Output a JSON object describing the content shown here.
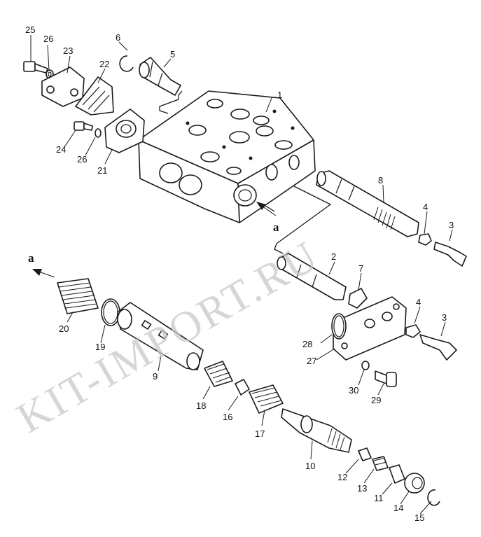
{
  "labels": {
    "n1": "1",
    "n2": "2",
    "n3a": "3",
    "n3b": "3",
    "n4a": "4",
    "n4b": "4",
    "n5": "5",
    "n6": "6",
    "n7": "7",
    "n8": "8",
    "n9": "9",
    "n10": "10",
    "n11": "11",
    "n12": "12",
    "n13": "13",
    "n14": "14",
    "n15": "15",
    "n16": "16",
    "n17": "17",
    "n18": "18",
    "n19": "19",
    "n20": "20",
    "n21": "21",
    "n22": "22",
    "n23": "23",
    "n24": "24",
    "n25": "25",
    "n26a": "26",
    "n26b": "26",
    "n27": "27",
    "n28": "28",
    "n29": "29",
    "n30": "30"
  },
  "markers": {
    "a_top": "a",
    "a_left": "a"
  },
  "watermark": "KIT-IMPORT.RU"
}
